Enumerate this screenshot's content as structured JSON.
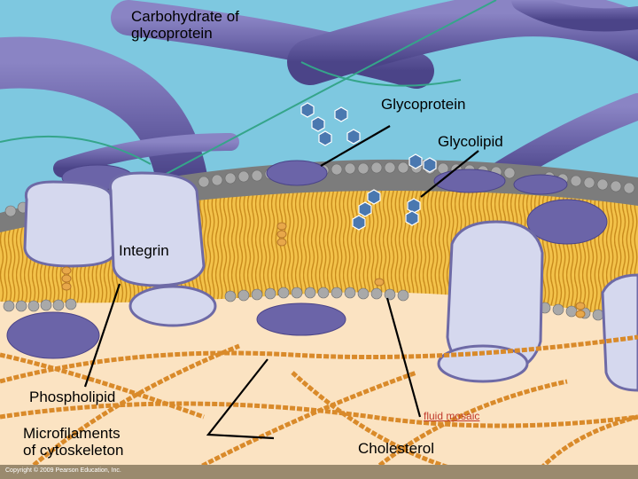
{
  "labels": {
    "carbohydrate": "Carbohydrate of\nglycoprotein",
    "glycoprotein": "Glycoprotein",
    "glycolipid": "Glycolipid",
    "integrin": "Integrin",
    "phospholipid": "Phospholipid",
    "microfilaments": "Microfilaments\nof cytoskeleton",
    "cholesterol": "Cholesterol"
  },
  "link": {
    "text": "fluid mosaic"
  },
  "copyright": "Copyright © 2009 Pearson Education, Inc.",
  "colors": {
    "extracellular": "#7ec8e0",
    "cytoplasm": "#fbe3c2",
    "protein": "#d5d8ee",
    "protein_edge": "#6e6aa6",
    "fiber": "#6b64a8",
    "tail": "#f0c040",
    "head": "#9a9a9a",
    "microfilament": "#d98a2a"
  }
}
